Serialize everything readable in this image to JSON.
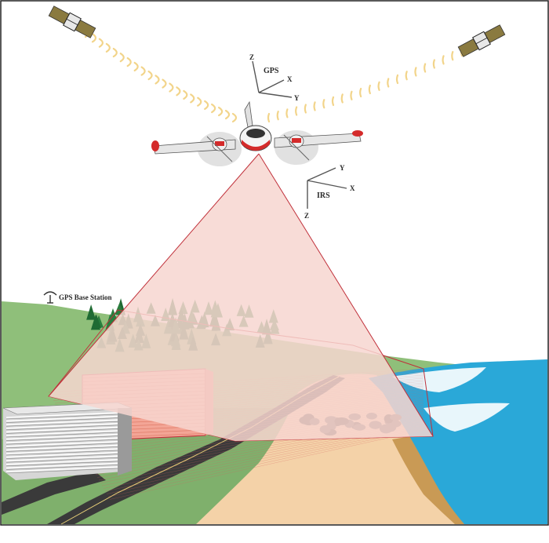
{
  "labels": {
    "gps": "GPS",
    "irs": "IRS",
    "base_station": "GPS Base Station"
  },
  "axes": {
    "gps": {
      "x": "X",
      "y": "Y",
      "z": "Z"
    },
    "irs": {
      "x": "X",
      "y": "Y",
      "z": "Z"
    }
  },
  "caption": "",
  "colors": {
    "sky": "#ffffff",
    "beam": "#f7d6d0",
    "beam_outline": "#c0303a",
    "grass": "#8fbf7a",
    "sand": "#f4d2a8",
    "water": "#2aa8d8",
    "road": "#3a3a3a",
    "building_grey": "#b7b7b7",
    "building_pink": "#f3a596",
    "tree": "#1f6b33",
    "signal_arc": "#f2d48a"
  },
  "icons": {
    "satellite_left": "satellite-icon",
    "satellite_right": "satellite-icon",
    "aircraft": "airplane-icon",
    "base_station": "antenna-icon"
  }
}
